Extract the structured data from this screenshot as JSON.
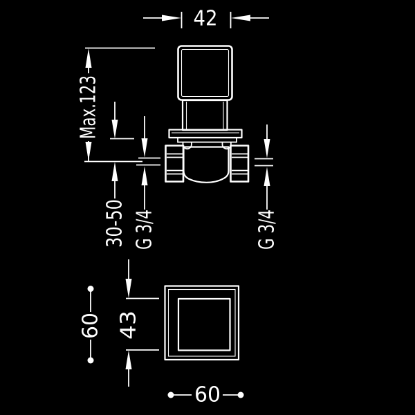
{
  "drawing": {
    "kind": "technical-dimension-drawing",
    "background_color": "#000000",
    "line_color": "#ffffff",
    "dimensions": {
      "handle_width": "42",
      "max_height": "Max.123",
      "install_depth": "30-50",
      "thread_left": "G 3/4",
      "thread_right": "G 3/4",
      "plate_height": "60",
      "inner_square": "43",
      "plate_width": "60"
    }
  }
}
